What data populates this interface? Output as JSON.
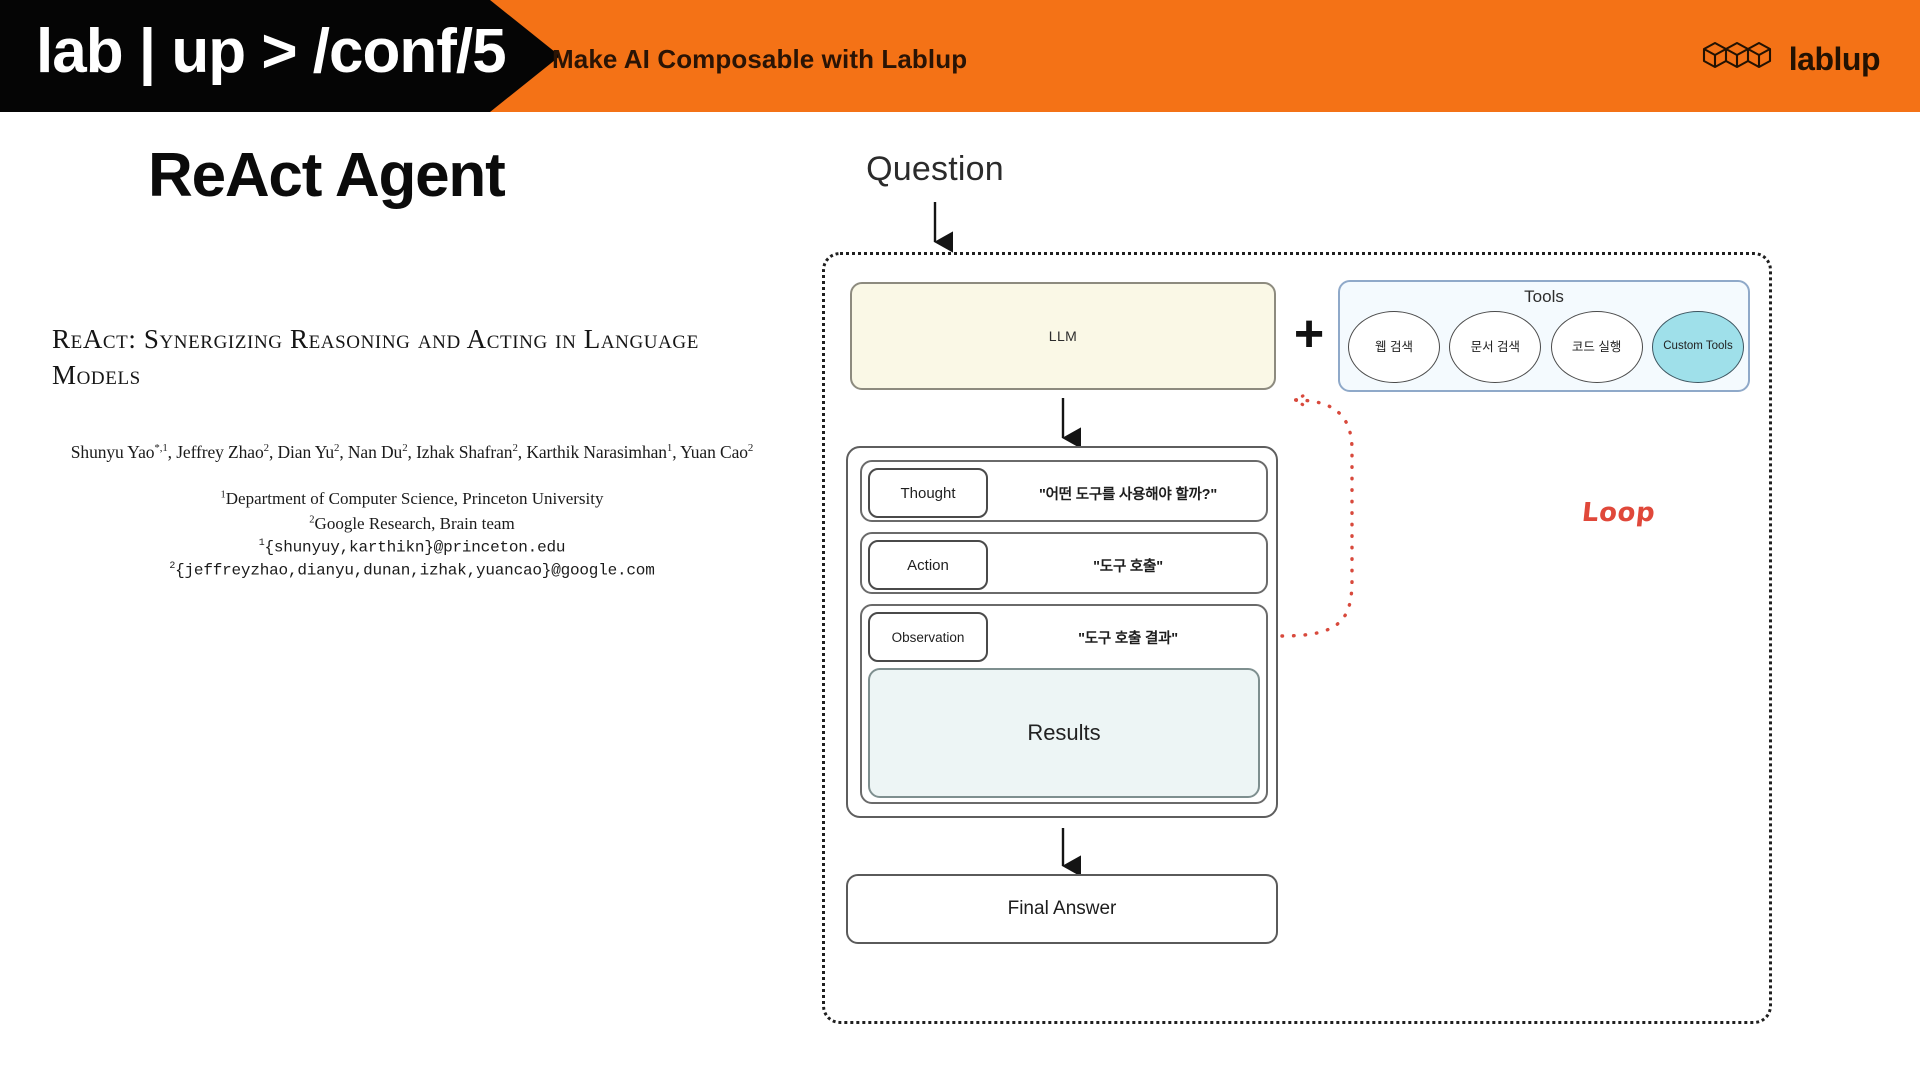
{
  "header": {
    "brand_logo": "lab | up > /conf/5",
    "tagline": "Make AI Composable with Lablup",
    "company_word": "lablup",
    "logo_mark_name": "lablup-cube-mark",
    "bg_color": "#F47216",
    "black_color": "#050505"
  },
  "slide": {
    "title": "ReAct Agent"
  },
  "paper": {
    "title": "ReAct: Synergizing Reasoning and Acting in Language Models",
    "authors": "Shunyu Yao*,1, Jeffrey Zhao2, Dian Yu2, Nan Du2, Izhak Shafran2, Karthik Narasimhan1, Yuan Cao2",
    "affiliation_1": "1Department of Computer Science, Princeton University",
    "affiliation_2": "2Google Research, Brain team",
    "email_1": "1{shunyuy,karthikn}@princeton.edu",
    "email_2": "2{jeffreyzhao,dianyu,dunan,izhak,yuancao}@google.com"
  },
  "diagram": {
    "question_label": "Question",
    "llm_label": "LLM",
    "plus_symbol": "+",
    "tools": {
      "title": "Tools",
      "items": [
        {
          "label": "웹 검색",
          "highlight": false
        },
        {
          "label": "문서 검색",
          "highlight": false
        },
        {
          "label": "코드 실행",
          "highlight": false
        },
        {
          "label": "Custom Tools",
          "highlight": true
        }
      ],
      "panel_bg": "#f4fafe",
      "panel_border": "#8fa9c9",
      "custom_fill": "#9fe0ea"
    },
    "steps": [
      {
        "name": "Thought",
        "value": "\"어떤 도구를 사용해야 할까?\""
      },
      {
        "name": "Action",
        "value": "\"도구 호출\""
      },
      {
        "name": "Observation",
        "value": "\"도구 호출 결과\""
      }
    ],
    "results_label": "Results",
    "final_answer_label": "Final Answer",
    "loop_label": "Loop",
    "loop_color": "#e0483a",
    "llm_fill": "#faf8e6",
    "results_fill": "#edf5f5"
  }
}
